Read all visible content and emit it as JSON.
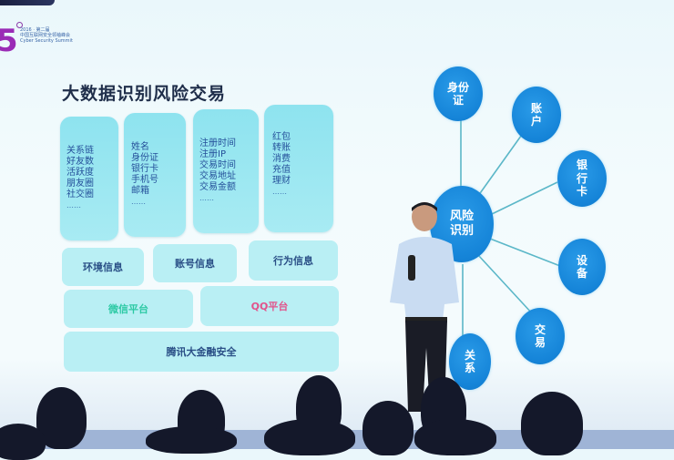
{
  "logo": {
    "mark": "5",
    "year_line": "2016 · 第二届",
    "name_cn": "中国互联网安全领袖峰会",
    "name_en": "Cyber Security Summit"
  },
  "slide": {
    "title": "大数据识别风险交易",
    "cards": [
      {
        "items": [
          "关系链",
          "好友数",
          "活跃度",
          "朋友圈",
          "社交圈"
        ],
        "more": "……"
      },
      {
        "items": [
          "姓名",
          "身份证",
          "银行卡",
          "手机号",
          "邮箱"
        ],
        "more": "……"
      },
      {
        "items": [
          "注册时间",
          "注册IP",
          "交易时间",
          "交易地址",
          "交易金额"
        ],
        "more": "……"
      },
      {
        "items": [
          "红包",
          "转账",
          "消费",
          "充值",
          "理财"
        ],
        "more": "……"
      }
    ],
    "info_bars": [
      "环境信息",
      "账号信息",
      "行为信息"
    ],
    "platforms": {
      "wechat": "微信平台",
      "qq": "QQ平台"
    },
    "foundation": "腾讯大金融安全",
    "diagram": {
      "center": [
        "风险",
        "识别"
      ],
      "nodes": [
        {
          "lines": [
            "身份",
            "证"
          ]
        },
        {
          "lines": [
            "账",
            "户"
          ]
        },
        {
          "lines": [
            "银",
            "行",
            "卡"
          ]
        },
        {
          "lines": [
            "设",
            "备"
          ]
        },
        {
          "lines": [
            "交",
            "易"
          ]
        },
        {
          "lines": [
            "关",
            "系"
          ]
        }
      ]
    }
  },
  "colors": {
    "card_cyan": "#a8ebf3",
    "node_blue": "#1584d8",
    "title_text": "#1f2e4a",
    "wechat_green": "#2cc9a4",
    "qq_pink": "#e2528a",
    "logo_purple": "#9a2bb6"
  }
}
